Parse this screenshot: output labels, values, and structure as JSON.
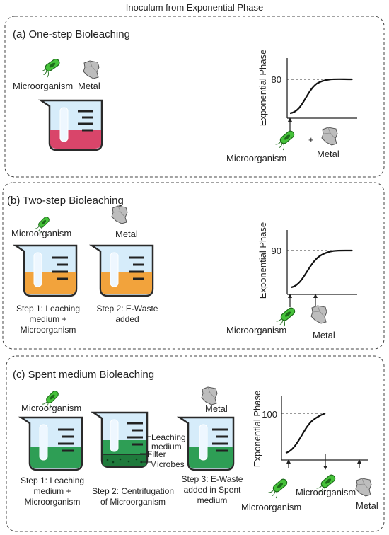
{
  "header": {
    "title": "Inoculum from Exponential Phase"
  },
  "panels": {
    "a": {
      "title": "(a) One-step Bioleaching",
      "labels": {
        "microorganism": "Microorganism",
        "metal": "Metal"
      },
      "graph": {
        "ylabel": "Exponential Phase",
        "level": "80",
        "xlabel_left": "Microorganism",
        "plus": "+",
        "xlabel_right": "Metal"
      },
      "liquid_color": "#d9456a"
    },
    "b": {
      "title": "(b) Two-step Bioleaching",
      "labels": {
        "microorganism": "Microorganism",
        "metal": "Metal"
      },
      "steps": [
        {
          "line1": "Step 1: Leaching",
          "line2": "medium +",
          "line3": "Microorganism"
        },
        {
          "line1": "Step 2: E-Waste",
          "line2": "added"
        }
      ],
      "graph": {
        "ylabel": "Exponential Phase",
        "level": "90",
        "xlabel_left": "Microorganism",
        "xlabel_right": "Metal"
      },
      "liquid_color": "#f2a33c"
    },
    "c": {
      "title": "(c) Spent medium Bioleaching",
      "labels": {
        "microorganism": "Microorganism",
        "metal": "Metal",
        "leaching": "Leaching",
        "medium": "medium",
        "filter": "Filter",
        "microbes": "Microbes"
      },
      "steps": [
        {
          "line1": "Step 1: Leaching",
          "line2": "medium +",
          "line3": "Microorganism"
        },
        {
          "line1": "Step 2: Centrifugation",
          "line2": "of Microorganism"
        },
        {
          "line1": "Step 3: E-Waste",
          "line2": "added in Spent",
          "line3": "medium"
        }
      ],
      "graph": {
        "ylabel": "Exponential Phase",
        "level": "100",
        "xlabel_left": "Microorganism",
        "xlabel_mid": "Microorganism",
        "xlabel_right": "Metal"
      },
      "liquid_color": "#2e9e55"
    }
  }
}
